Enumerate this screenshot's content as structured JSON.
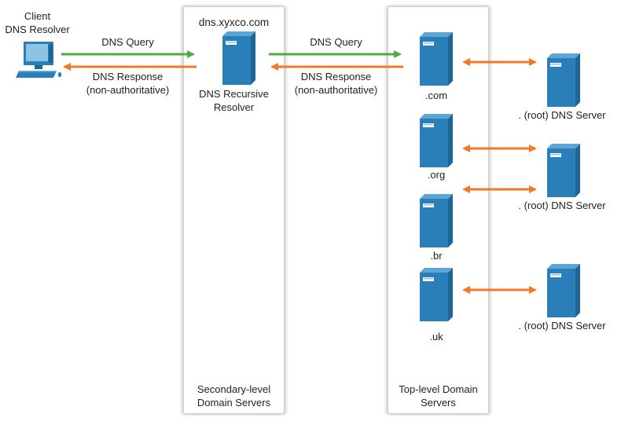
{
  "client": {
    "title": "Client",
    "subtitle": "DNS Resolver"
  },
  "recursive": {
    "host": "dns.xyxco.com",
    "name": "DNS Recursive\nResolver"
  },
  "links": {
    "query_label": "DNS Query",
    "response_label": "DNS Response\n(non-authoritative)"
  },
  "panels": {
    "secondary": "Secondary-level\nDomain Servers",
    "toplevel": "Top-level Domain\nServers"
  },
  "tld_servers": [
    ".com",
    ".org",
    ".br",
    ".uk"
  ],
  "root_servers": [
    ". (root) DNS Server",
    ". (root) DNS Server",
    ". (root) DNS Server"
  ],
  "colors": {
    "query": "#4caf3c",
    "response": "#f07a2a",
    "server": "#2b7fb8"
  }
}
